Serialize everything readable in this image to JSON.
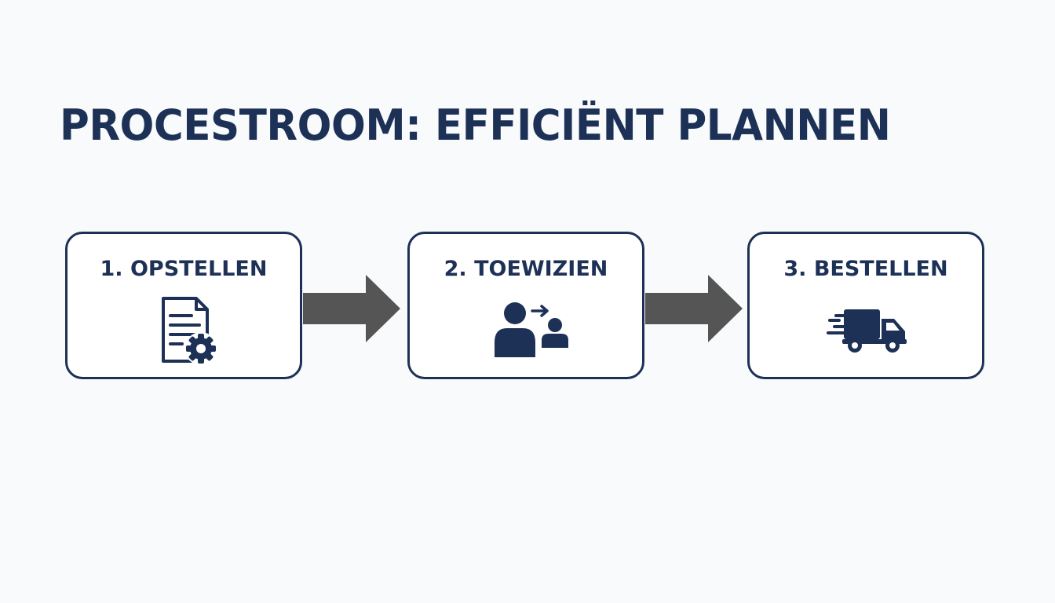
{
  "diagram": {
    "title": "PROCESTROOM: EFFICIËNT PLANNEN",
    "steps": [
      {
        "label": "1. OPSTELLEN",
        "icon": "document-gear-icon"
      },
      {
        "label": "2. TOEWIZIEN",
        "icon": "assign-person-icon"
      },
      {
        "label": "3. BESTELLEN",
        "icon": "delivery-truck-icon"
      }
    ],
    "connector": "arrow-right"
  },
  "colors": {
    "background": "#f8fafb",
    "primary": "#1d3157",
    "box_fill": "#ffffff",
    "arrow": "#555555"
  }
}
